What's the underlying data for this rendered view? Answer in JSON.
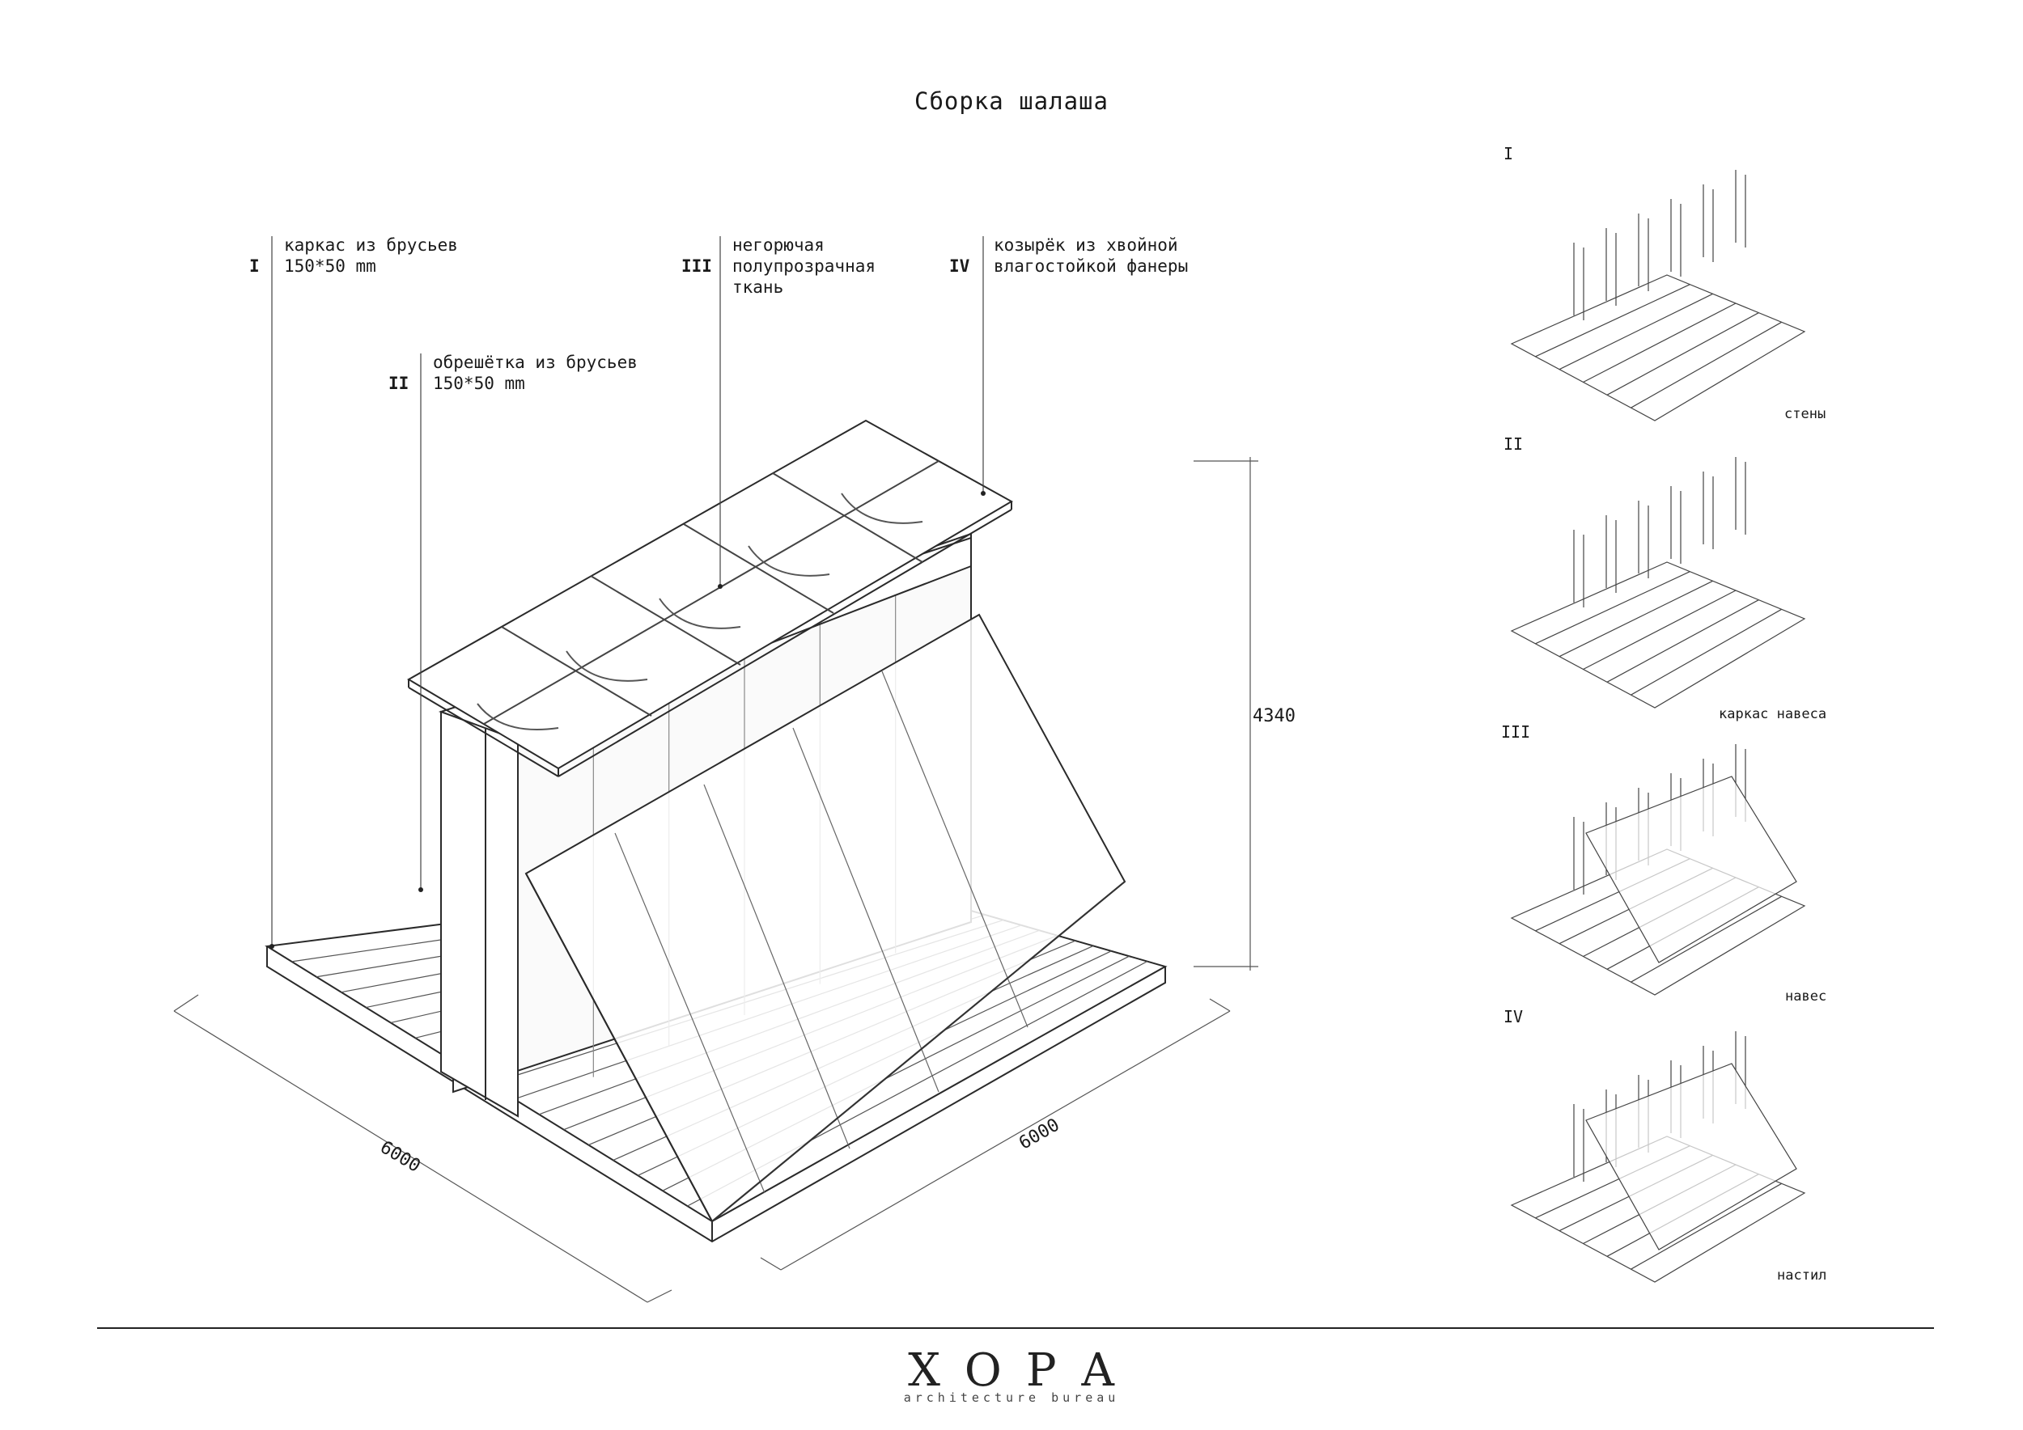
{
  "title": "Сборка шалаша",
  "callouts": [
    {
      "num": "I",
      "text": "каркас из брусьев\n150*50 mm"
    },
    {
      "num": "II",
      "text": "обрешётка из брусьев\n150*50 mm"
    },
    {
      "num": "III",
      "text": "негорючая\nполупрозрачная\nткань"
    },
    {
      "num": "IV",
      "text": "козырёк из хвойной\nвлагостойкой фанеры"
    }
  ],
  "dimensions": {
    "height": "4340",
    "width_left": "6000",
    "width_right": "6000"
  },
  "stages": [
    {
      "num": "I",
      "caption": "стены"
    },
    {
      "num": "II",
      "caption": "каркас навеса"
    },
    {
      "num": "III",
      "caption": "навес"
    },
    {
      "num": "IV",
      "caption": "настил"
    }
  ],
  "brand": {
    "name": "ХОРА",
    "subtitle": "architecture bureau"
  }
}
